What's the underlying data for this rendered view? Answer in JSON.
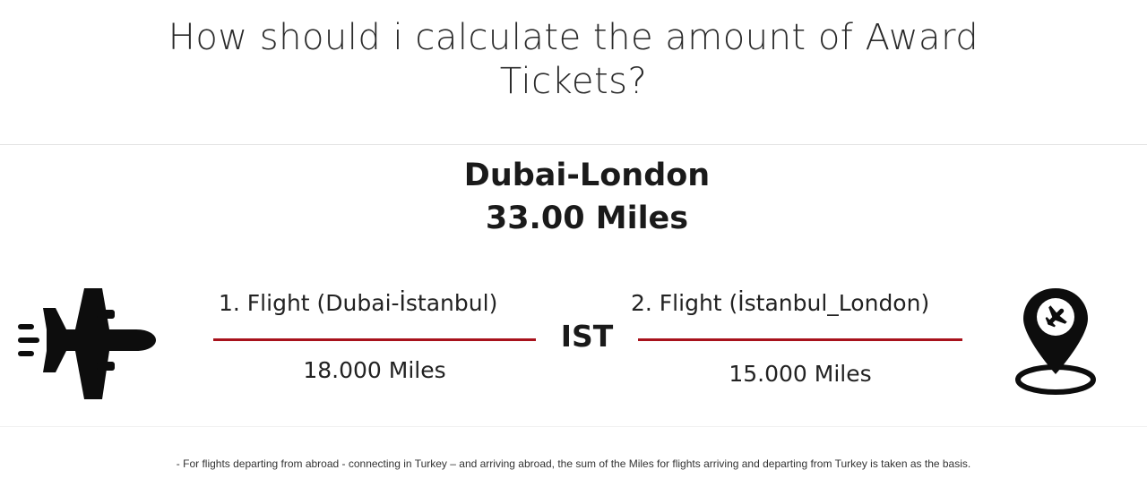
{
  "title": {
    "line1": "How should i calculate the amount of Award",
    "line2": "Tickets?"
  },
  "route": {
    "name": "Dubai-London",
    "total": "33.00 Miles"
  },
  "legs": [
    {
      "label": "1. Flight (Dubai-İstanbul)",
      "miles": "18.000 Miles"
    },
    {
      "label": "2. Flight (İstanbul_London)",
      "miles": "15.000 Miles"
    }
  ],
  "hub": "IST",
  "icons": {
    "origin": "airplane-icon",
    "destination": "location-pin-plane-icon"
  },
  "colors": {
    "accent_line": "#a8121c",
    "text": "#1a1a1a"
  },
  "footnote": "- For flights departing from abroad - connecting in Turkey – and arriving abroad, the sum of the Miles for flights arriving and departing from Turkey is taken as the basis."
}
